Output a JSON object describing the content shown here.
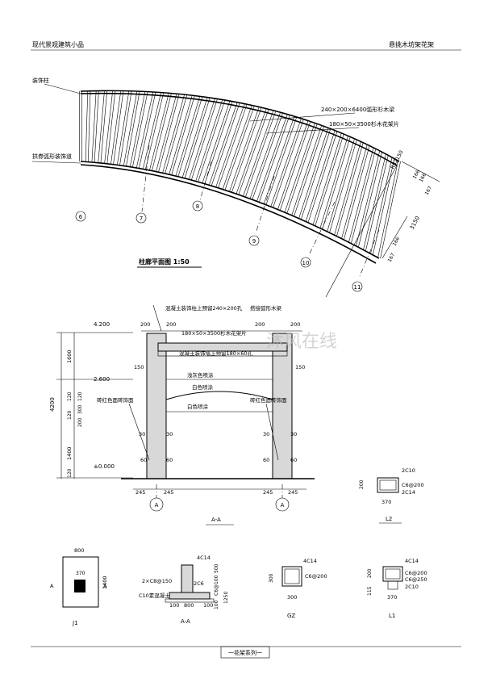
{
  "header": {
    "left_title": "现代景观建筑小品",
    "right_title": "悬挑木坊架花架"
  },
  "plan": {
    "label_column": "装饰柱",
    "label_arc_band": "拱券弧形装饰道",
    "label_beam": "240×200×6400弧形杉木梁",
    "label_slat": "180×50×3500杉木花架片",
    "dims": [
      "R32150",
      "166",
      "166",
      "167",
      "3150",
      "166",
      "167"
    ],
    "axes": [
      "6",
      "7",
      "8",
      "9",
      "10",
      "11"
    ],
    "title": "柱廊平面图  1:50"
  },
  "elevation": {
    "note_top_left": "混凝土装饰柱上预留240×200孔",
    "note_top_right": "搭接弧形木梁",
    "note_slat": "180×50×3500杉木花架片",
    "note_beam_hole": "混凝土装饰墙上预留180×60孔",
    "note_paint1": "浅灰色喷涂",
    "note_paint2": "白色喷涂",
    "note_paint3": "白色喷涂",
    "note_red_left": "砖红色面砖饰面",
    "note_red_right": "砖红色面砖饰面",
    "levels": [
      "4.200",
      "2.600",
      "±0.000"
    ],
    "vdims": [
      "1600",
      "4200",
      "120",
      "120",
      "300",
      "120",
      "200",
      "1400",
      "120"
    ],
    "small_dims": [
      "200",
      "200",
      "200",
      "200",
      "150",
      "150",
      "30",
      "30",
      "30",
      "30",
      "60",
      "60",
      "60",
      "60"
    ],
    "bottom_dims": [
      "245",
      "245",
      "245",
      "245"
    ],
    "axis": "A",
    "section_label": "A-A"
  },
  "l2": {
    "label": "L2",
    "top": "2C10",
    "mid": "C6@200",
    "bot": "2C14",
    "h": "200",
    "w": "370"
  },
  "j1": {
    "label": "J1",
    "w": "800",
    "inner": "370",
    "h": "1400",
    "mark_left": "A",
    "mark_right": "A"
  },
  "aa": {
    "label": "A-A",
    "top": "4C14",
    "mid": "2C6",
    "stirrup": "2×C8@150",
    "conc": "C10素混凝土",
    "side1": "500",
    "side2": "C6@100",
    "side3": "1250",
    "d1": "100",
    "d2": "800",
    "d3": "100",
    "h1": "100"
  },
  "gz": {
    "label": "GZ",
    "top": "4C14",
    "mid": "C6@200",
    "h": "300",
    "w": "300"
  },
  "l1": {
    "label": "L1",
    "top": "4C14",
    "mid1": "C6@200",
    "mid2": "C6@250",
    "bot": "2C10",
    "h1": "200",
    "h2": "115",
    "w": "370"
  },
  "footer": {
    "series": "一花架系列一"
  },
  "watermark": "沐风在线"
}
